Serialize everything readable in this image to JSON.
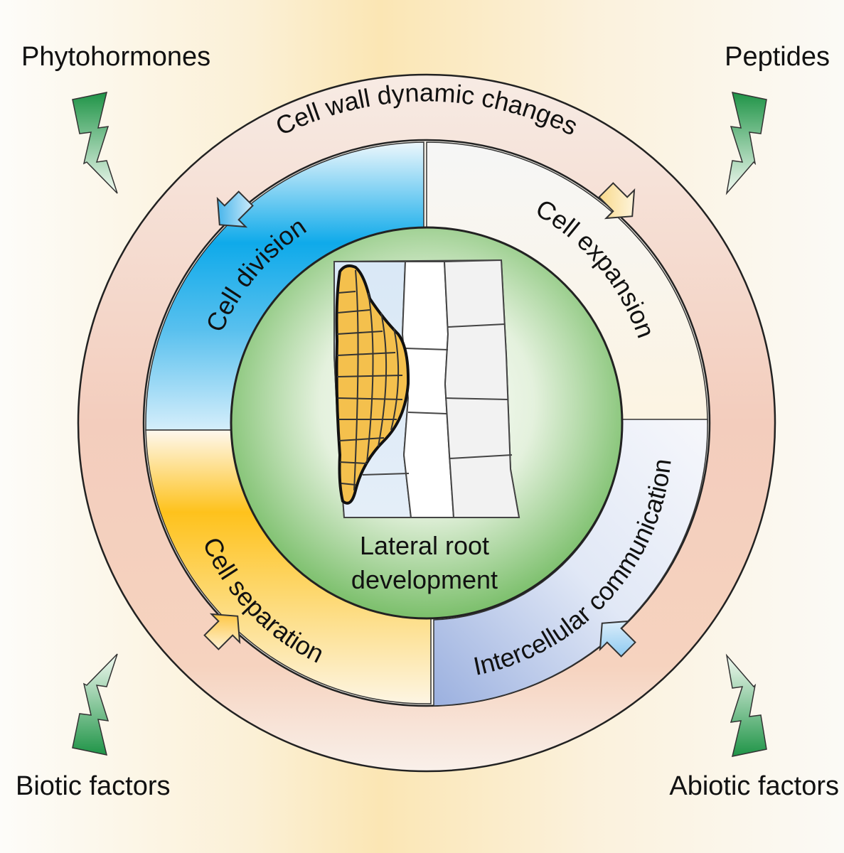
{
  "corners": {
    "top_left": "Phytohormones",
    "top_right": "Peptides",
    "bottom_left": "Biotic factors",
    "bottom_right": "Abiotic factors"
  },
  "outer_ring": {
    "label": "Cell wall dynamic changes"
  },
  "segments": {
    "division": "Cell division",
    "expansion": "Cell expansion",
    "separation": "Cell separation",
    "communication": "Intercellular communication"
  },
  "center": {
    "line1": "Lateral root",
    "line2": "development"
  },
  "colors": {
    "background_yellow": "#fbe6b3",
    "outer_ring": "#f0c8b8",
    "division": "#13a6e8",
    "expansion": "#fbf5e6",
    "separation": "#fec015",
    "communication": "#9aaedf",
    "center_green": "#7ec06d",
    "primordium": "#f3c04f",
    "lightning": "#2e9a4f"
  },
  "icons": [
    "lightning-bolt-icon",
    "arrow-icon"
  ]
}
